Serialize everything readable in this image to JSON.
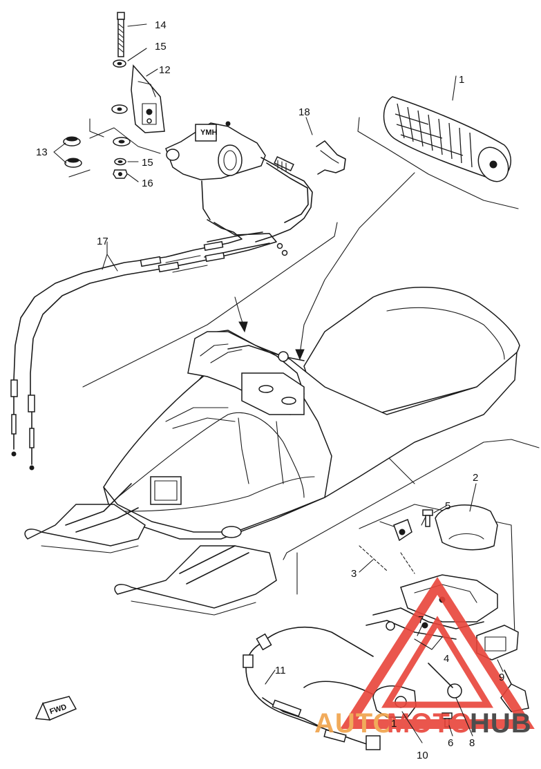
{
  "callouts": [
    {
      "id": "1",
      "text": "1"
    },
    {
      "id": "2",
      "text": "2"
    },
    {
      "id": "3",
      "text": "3"
    },
    {
      "id": "4",
      "text": "4"
    },
    {
      "id": "5",
      "text": "5"
    },
    {
      "id": "6",
      "text": "6"
    },
    {
      "id": "7",
      "text": "7"
    },
    {
      "id": "8",
      "text": "8"
    },
    {
      "id": "9",
      "text": "9"
    },
    {
      "id": "10",
      "text": "10"
    },
    {
      "id": "11",
      "text": "11"
    },
    {
      "id": "12",
      "text": "12"
    },
    {
      "id": "13",
      "text": "13"
    },
    {
      "id": "14",
      "text": "14"
    },
    {
      "id": "15a",
      "text": "15"
    },
    {
      "id": "15b",
      "text": "15"
    },
    {
      "id": "16",
      "text": "16"
    },
    {
      "id": "17",
      "text": "17"
    },
    {
      "id": "18",
      "text": "18"
    }
  ],
  "badge": {
    "text": "FWD"
  },
  "watermark": {
    "text_auto": "AUTO",
    "text_moto": "MOTO",
    "text_hub": "HUB",
    "accent": "#e8443a",
    "secondary": "#f0a24a",
    "dark": "#3a3a3a"
  },
  "colors": {
    "ink": "#1a1a1a",
    "paper": "#ffffff"
  }
}
